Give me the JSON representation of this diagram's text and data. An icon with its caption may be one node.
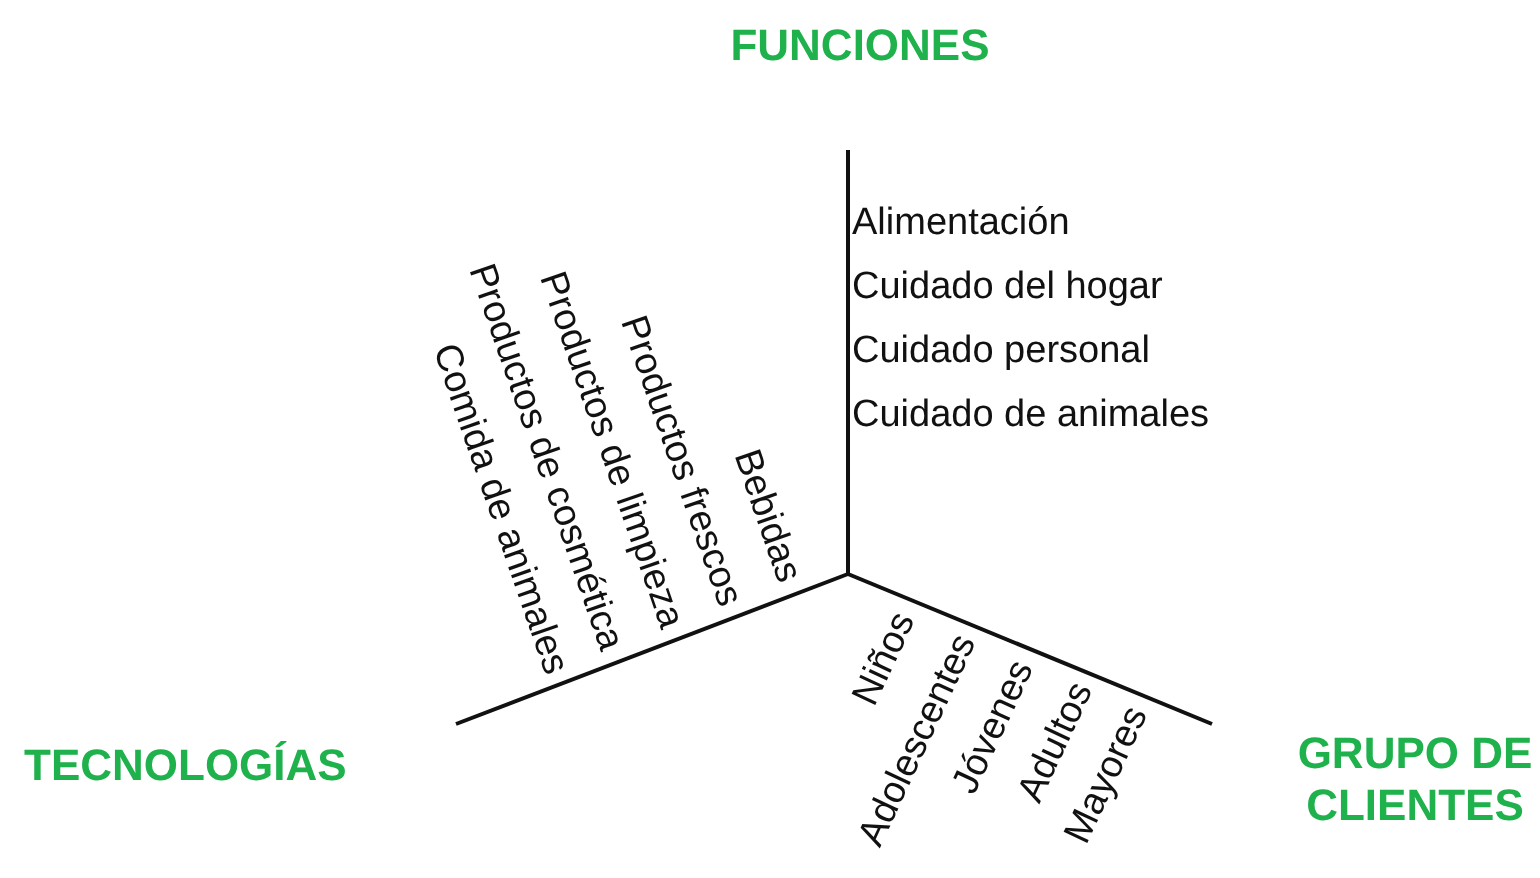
{
  "diagram": {
    "labels": [
      "FUNCIONES",
      "Alimentación",
      "Cuidado del hogar",
      "Cuidado personal",
      "Cuidado de animales",
      "Bebidas",
      "Productos frescos",
      "Productos de limpieza",
      "Productos de cosmética",
      "Comida de animales",
      "TECNOLOGÍAS",
      "Niños",
      "Adolescentes",
      "Jóvenes",
      "Adultos",
      "Mayores",
      "GRUPO DE CLIENTES"
    ]
  }
}
